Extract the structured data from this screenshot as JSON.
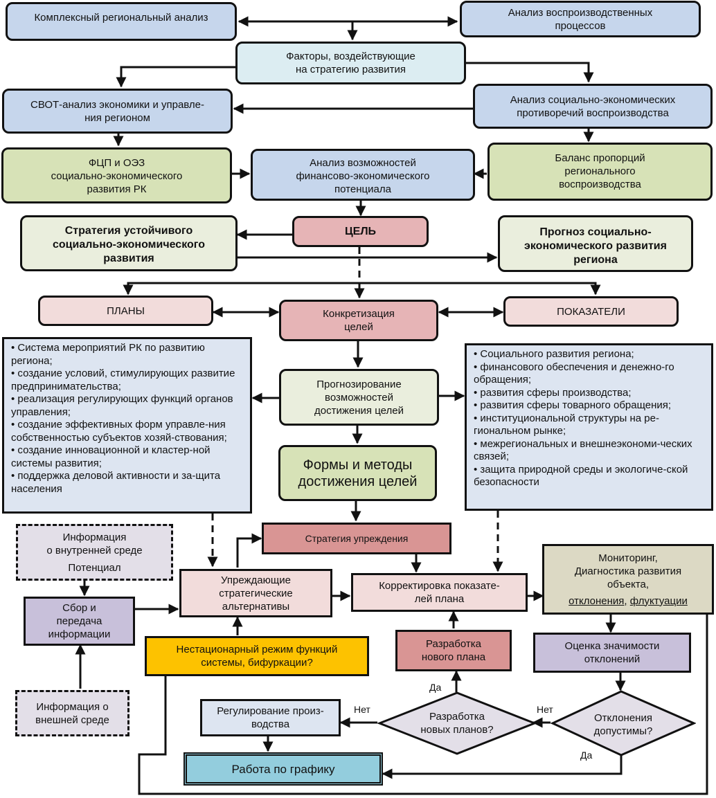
{
  "diagram": {
    "nodes": {
      "complex_regional_analysis": "Комплексный региональный анализ",
      "reproduction_analysis": "Анализ воспроизводственных процессов",
      "factors": [
        "Факторы, воздействующие",
        "на стратегию развития"
      ],
      "swot": [
        "СВОТ-анализ экономики и управле-",
        "ния регионом"
      ],
      "contradictions": [
        "Анализ социально-экономических",
        "противоречий воспроизводства"
      ],
      "fcp": [
        "ФЦП и ОЭЗ",
        "социально-экономического",
        "развития РК"
      ],
      "finance_potential": [
        "Анализ возможностей",
        "финансово-экономического",
        "потенциала"
      ],
      "balance": [
        "Баланс пропорций",
        "регионального",
        "воспроизводства"
      ],
      "strategy": [
        "Стратегия устойчивого",
        "социально-экономического",
        "развития"
      ],
      "goal": "ЦЕЛЬ",
      "forecast": [
        "Прогноз социально-",
        "экономического развития",
        "региона"
      ],
      "plans": "ПЛАНЫ",
      "concretization": [
        "Конкретизация",
        "целей"
      ],
      "indicators": "ПОКАЗАТЕЛИ",
      "forecasting": [
        "Прогнозирование",
        "возможностей",
        "достижения целей"
      ],
      "forms_methods": [
        "Формы и методы",
        "достижения целей"
      ],
      "left_list": [
        "• Система мероприятий  РК по развитию региона;",
        "• создание условий, стимулирующих развитие предпринимательства;",
        "• реализация регулирующих функций органов управления;",
        "• создание эффективных форм управле-ния собственностью  субъектов хозяй-ствования;",
        "• создание инновационной и кластер-ной системы развития;",
        "• поддержка деловой активности и за-щита населения"
      ],
      "right_list": [
        "• Социального развития региона;",
        "•  финансового обеспечения и денежно-го обращения;",
        "• развития сферы производства;",
        "• развития сферы товарного обращения;",
        "• институциональной структуры на ре-гиональном рынке;",
        "• межрегиональных и внешнеэкономи-ческих связей;",
        "• защита природной среды и экологиче-ской безопасности"
      ],
      "internal_info": [
        "Информация",
        "о внутренней среде",
        "Потенциал"
      ],
      "anticipation_strategy": "Стратегия упреждения",
      "collect_info": [
        "Сбор и",
        "передача",
        "информации"
      ],
      "alternatives": [
        "Упреждающие",
        "стратегические",
        "альтернативы"
      ],
      "correction": [
        "Корректировка  показате-",
        "лей плана"
      ],
      "monitoring": [
        "Мониторинг,",
        "Диагностика развития",
        "объекта,"
      ],
      "monitoring_underlined": [
        "отклонения,",
        "флуктуации"
      ],
      "nonstationary": [
        "Нестационарный режим функций",
        "системы, бифуркации?"
      ],
      "new_plan": [
        "Разработка",
        "нового плана"
      ],
      "significance": [
        "Оценка значимости",
        "отклонений"
      ],
      "external_info": [
        "Информация о",
        "внешней среде"
      ],
      "regulation": [
        "Регулирование произ-",
        "водства"
      ],
      "new_plans_decision": [
        "Разработка",
        "новых планов?"
      ],
      "deviations_decision": [
        "Отклонения",
        "допустимы?"
      ],
      "schedule_work": "Работа по графику"
    },
    "edge_labels": {
      "yes_new_plans": "Да",
      "no_new_plans": "Нет",
      "no_deviations": "Нет",
      "yes_deviations": "Да"
    },
    "colors": {
      "blue": "#c6d6ec",
      "light_blue": "#dcedf2",
      "green": "#d7e2b7",
      "cream": "#eaeedd",
      "pink": "#e6b4b6",
      "light_pink": "#f2dcdb",
      "rose": "#d99594",
      "lavender": "#e3dfe8",
      "purple": "#c8c0da",
      "khaki": "#dcd9c4",
      "yellow": "#fdc200",
      "teal": "#93cddd"
    }
  }
}
